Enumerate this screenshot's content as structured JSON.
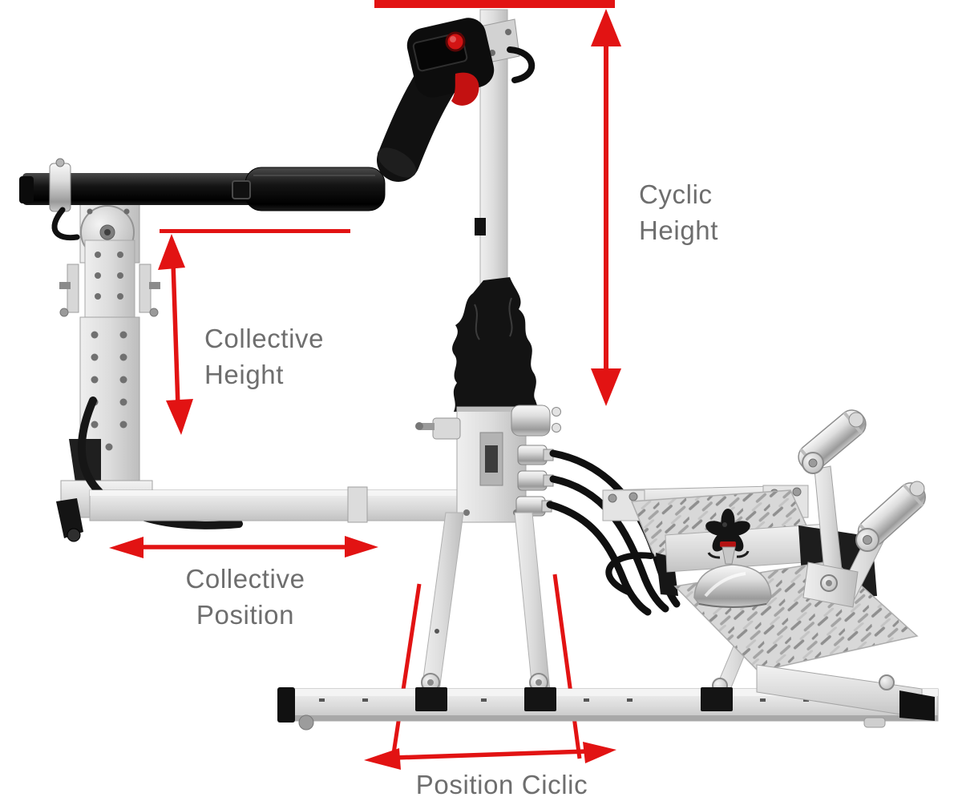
{
  "figure": {
    "background_color": "#ffffff",
    "annotation_color": "#e21313",
    "label_color": "#6e6e6e",
    "labels": {
      "cyclic_height_line1": "Cyclic",
      "cyclic_height_line2": "Height",
      "collective_height_line1": "Collective",
      "collective_height_line2": "Height",
      "collective_position_line1": "Collective",
      "collective_position_line2": "Position",
      "position_ciclic": "Position Ciclic"
    },
    "machine_parts": [
      "collective-grip-tube",
      "collective-throttle-sleeve",
      "collective-pivot-disc",
      "collective-post",
      "collective-foot",
      "support-beam",
      "cyclic-grip",
      "cyclic-red-button",
      "cyclic-trigger",
      "cyclic-mast",
      "cyclic-boot",
      "control-housing",
      "damper-cylinder",
      "cable-connectors",
      "control-cables",
      "base-rail",
      "diagonal-braces",
      "rail-clamps",
      "pedal-frame",
      "checker-plates",
      "adjustment-knob",
      "friction-dome",
      "pedal-arms",
      "pedal-rollers"
    ]
  }
}
